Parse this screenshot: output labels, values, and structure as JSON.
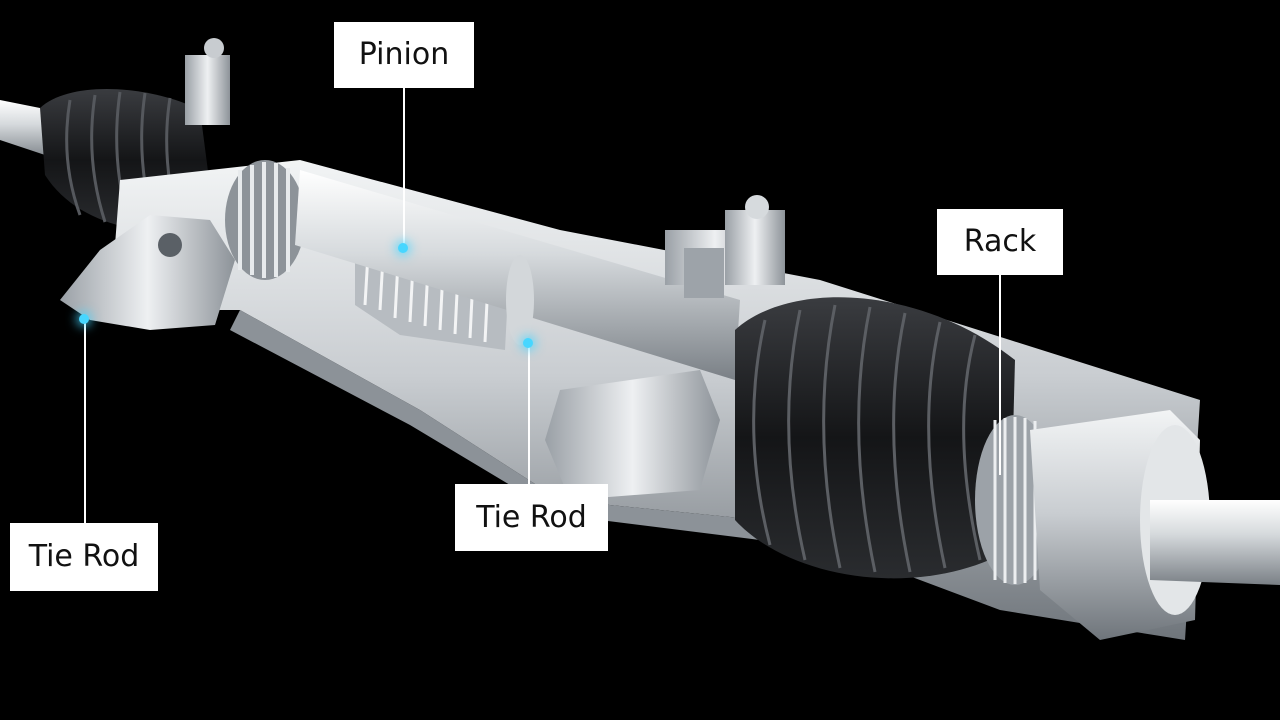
{
  "labels": {
    "pinion": "Pinion",
    "rack": "Rack",
    "tie_rod_left": "Tie Rod",
    "tie_rod_center": "Tie Rod"
  },
  "colors": {
    "background": "#000000",
    "label_bg": "#ffffff",
    "label_text": "#111111",
    "highlight": "#47d6ff",
    "metal_light": "#e4e7ea",
    "metal_mid": "#b9bec3",
    "metal_dark": "#7d8389",
    "bellows": "#1b1c1e"
  }
}
